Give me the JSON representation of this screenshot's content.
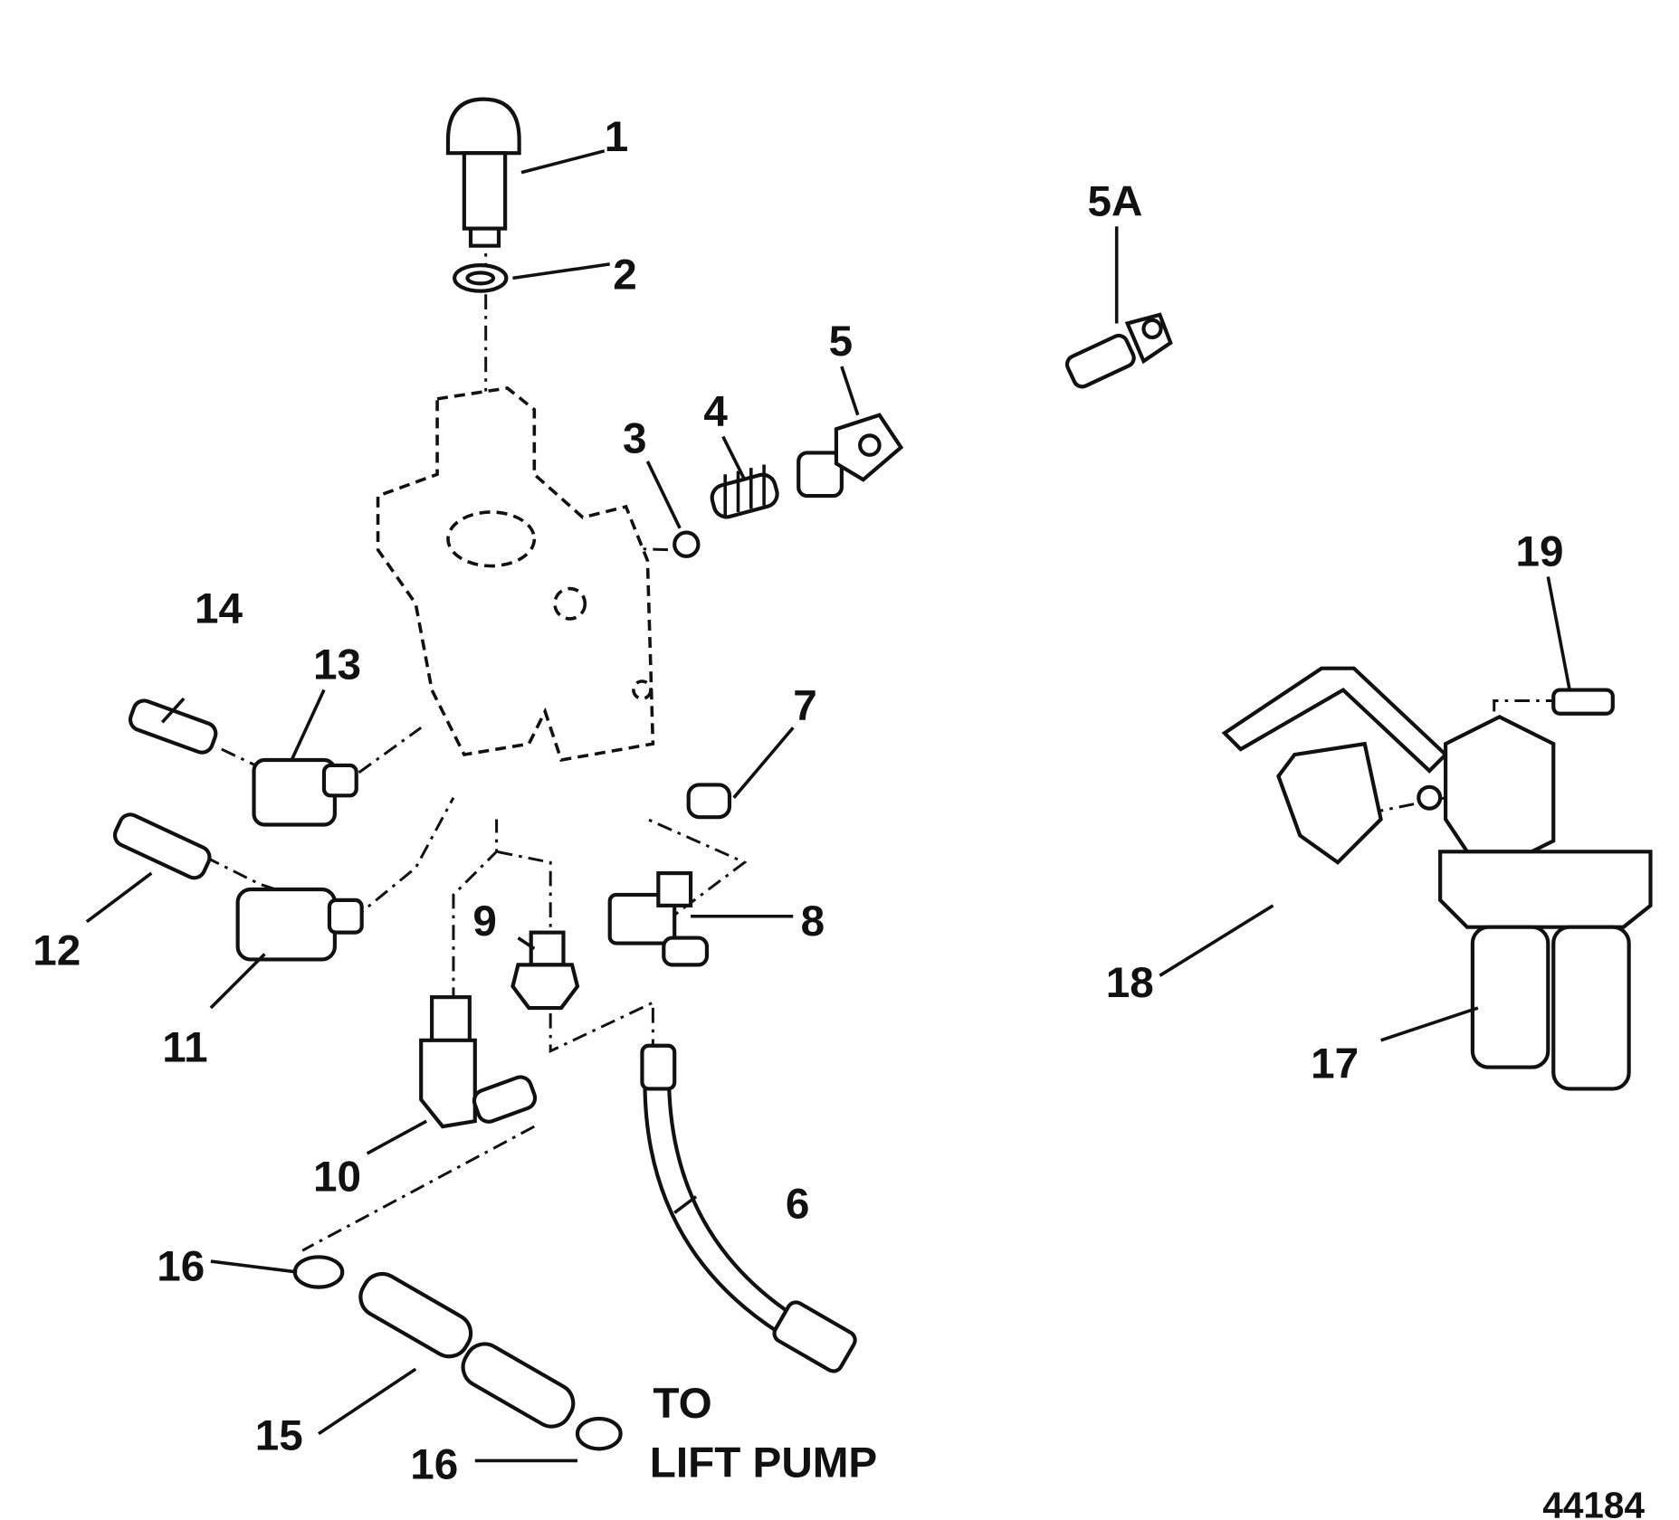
{
  "diagram": {
    "figure_number": "44184",
    "callouts": [
      "1",
      "2",
      "3",
      "4",
      "5",
      "5A",
      "6",
      "7",
      "8",
      "9",
      "10",
      "11",
      "12",
      "13",
      "14",
      "15",
      "16",
      "16",
      "17",
      "18",
      "19"
    ],
    "note": [
      "TO",
      "LIFT PUMP"
    ]
  }
}
